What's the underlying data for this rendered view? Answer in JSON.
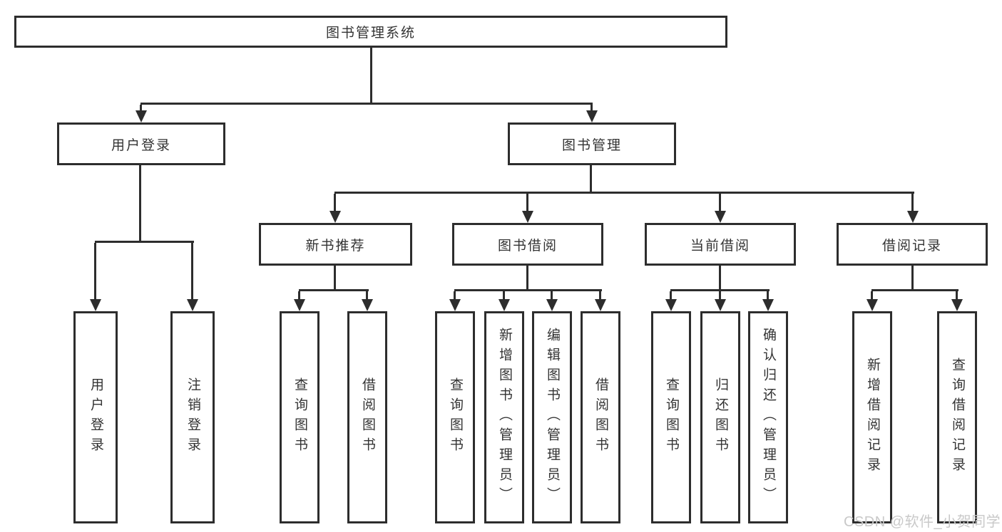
{
  "diagram": {
    "type": "hierarchy-tree",
    "root": {
      "label": "图书管理系统"
    },
    "branches": {
      "user_login": {
        "label": "用户登录",
        "leaves": {
          "login": {
            "label": "用户登录"
          },
          "logout": {
            "label": "注销登录"
          }
        }
      },
      "book_management": {
        "label": "图书管理",
        "sections": {
          "new_book_recommend": {
            "label": "新书推荐",
            "leaves": {
              "query_books": {
                "label": "查询图书"
              },
              "borrow_books": {
                "label": "借阅图书"
              }
            }
          },
          "book_borrowing": {
            "label": "图书借阅",
            "leaves": {
              "query_books": {
                "label": "查询图书"
              },
              "add_books_admin": {
                "label": "新增图书（管理员）"
              },
              "edit_books_admin": {
                "label": "编辑图书（管理员）"
              },
              "borrow_books": {
                "label": "借阅图书"
              }
            }
          },
          "current_borrowing": {
            "label": "当前借阅",
            "leaves": {
              "query_books": {
                "label": "查询图书"
              },
              "return_books": {
                "label": "归还图书"
              },
              "confirm_return_admin": {
                "label": "确认归还（管理员）"
              }
            }
          },
          "borrowing_records": {
            "label": "借阅记录",
            "leaves": {
              "add_record": {
                "label": "新增借阅记录"
              },
              "query_record": {
                "label": "查询借阅记录"
              }
            }
          }
        }
      }
    },
    "watermark": "CSDN @软件_小贺同学"
  },
  "colors": {
    "line": "#2d2d2d",
    "text": "#333333",
    "background": "#ffffff",
    "watermark": "#c9c9c9"
  }
}
